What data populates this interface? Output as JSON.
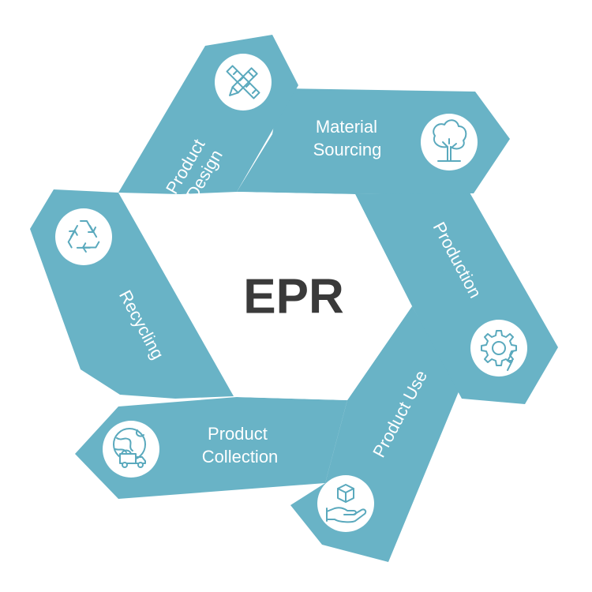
{
  "center": {
    "label": "EPR"
  },
  "stages": [
    {
      "id": "product-design",
      "label_lines": [
        "Product",
        "Design"
      ],
      "icon": "pencil-ruler-icon"
    },
    {
      "id": "material-sourcing",
      "label_lines": [
        "Material",
        "Sourcing"
      ],
      "icon": "tree-icon"
    },
    {
      "id": "production",
      "label_lines": [
        "Production"
      ],
      "icon": "gear-lightning-icon"
    },
    {
      "id": "product-use",
      "label_lines": [
        "Product Use"
      ],
      "icon": "hand-box-icon"
    },
    {
      "id": "product-collection",
      "label_lines": [
        "Product",
        "Collection"
      ],
      "icon": "globe-truck-icon"
    },
    {
      "id": "recycling",
      "label_lines": [
        "Recycling"
      ],
      "icon": "recycle-icon"
    }
  ],
  "colors": {
    "arm": "#69b3c6",
    "icon": "#5aa9bd",
    "center_text": "#3a3a3a"
  }
}
